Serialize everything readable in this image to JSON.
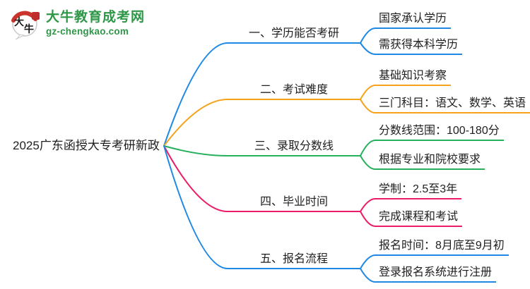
{
  "page": {
    "background": "#ffffff"
  },
  "logo": {
    "site_name": "大牛教育成考网",
    "site_domain": "gz-chengkao.com",
    "brand_color": "#2E9747",
    "icon_text_top": "大",
    "icon_text_bottom": "牛",
    "icon_red": "#CB342C"
  },
  "mindmap": {
    "root": {
      "label": "2025广东函授大专考研新政",
      "text_color": "#1f1f1f"
    },
    "branches": [
      {
        "label": "一、学历能否考研",
        "color": "#1E88E5",
        "children": [
          "国家承认学历",
          "需获得本科学历"
        ]
      },
      {
        "label": "二、考试难度",
        "color": "#F5A31B",
        "children": [
          "基础知识考察",
          "三门科目：语文、数学、英语"
        ]
      },
      {
        "label": "三、录取分数线",
        "color": "#25B05C",
        "children": [
          "分数线范围：100-180分",
          "根据专业和院校要求"
        ]
      },
      {
        "label": "四、毕业时间",
        "color": "#EC1B67",
        "children": [
          "学制：2.5至3年",
          "完成课程和考试"
        ]
      },
      {
        "label": "五、报名流程",
        "color": "#1E88E5",
        "children": [
          "报名时间：8月底至9月初",
          "登录报名系统进行注册"
        ]
      }
    ]
  }
}
